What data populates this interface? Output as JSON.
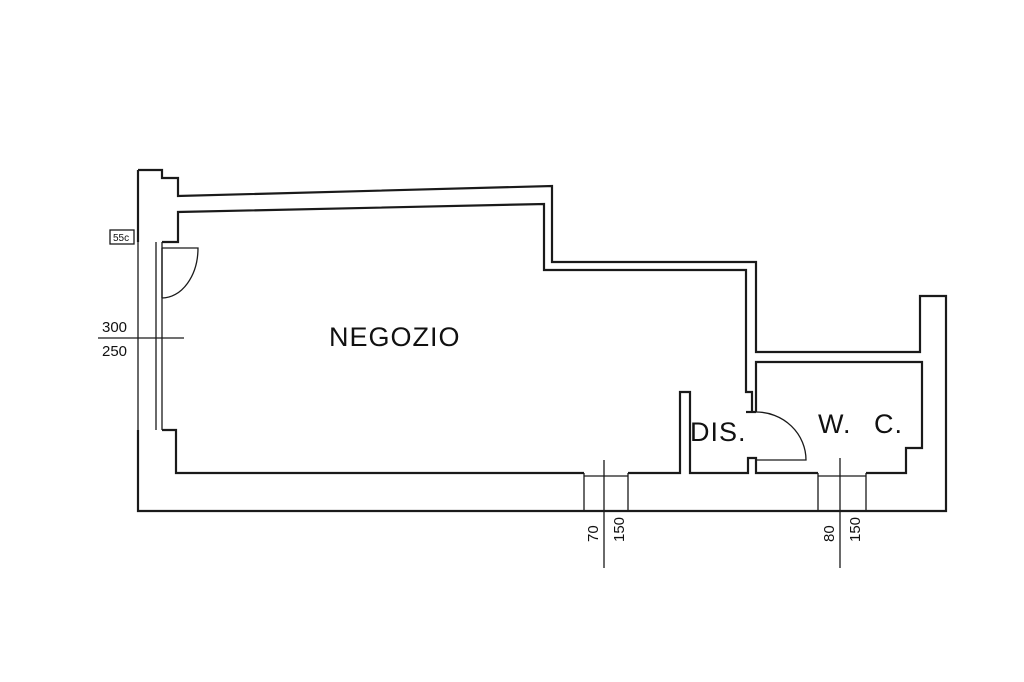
{
  "rooms": {
    "shop": "NEGOZIO",
    "corridor": "DIS.",
    "wc": "W. C."
  },
  "dimensions": {
    "left_window_top": "300",
    "left_window_bottom": "250",
    "mid_window_a": "70",
    "mid_window_b": "150",
    "right_window_a": "80",
    "right_window_b": "150"
  },
  "tag": "55c"
}
